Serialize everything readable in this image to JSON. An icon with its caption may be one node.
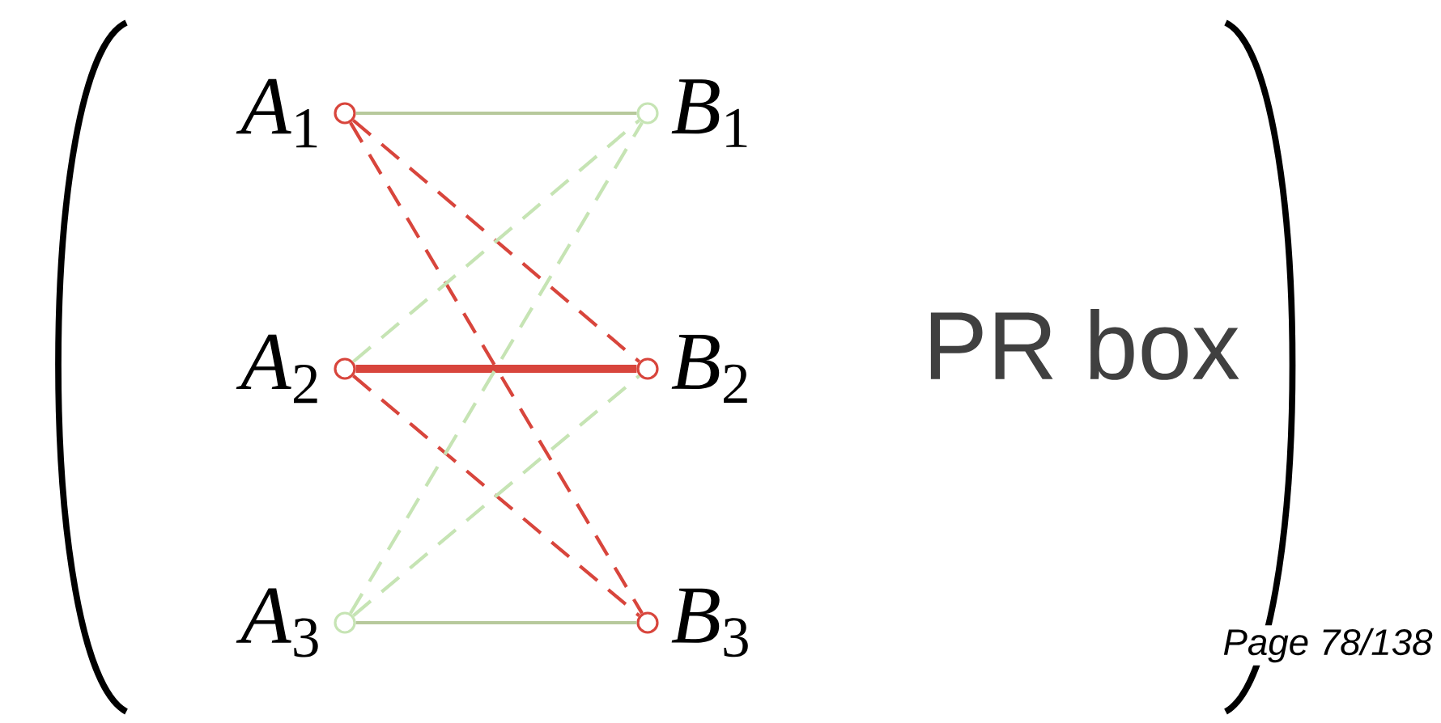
{
  "diagram": {
    "nodes": [
      {
        "text": [],
        "shape": "circle",
        "beside": [
          "*A*$_{1}$"
        ]
      },
      {
        "text": [],
        "shape": "circle",
        "beside": [
          "*B*$_{1}$"
        ]
      },
      {
        "text": [],
        "shape": "circle",
        "beside": [
          "*A*$_{2}$"
        ]
      },
      {
        "text": [],
        "shape": "circle",
        "beside": [
          "*B*$_{2}$"
        ]
      },
      {
        "text": [],
        "shape": "circle",
        "beside": [
          "*A*$_{3}$"
        ]
      },
      {
        "text": [],
        "shape": "circle",
        "beside": [
          "*B*$_{3}$"
        ]
      }
    ],
    "edges": [
      {
        "from": 0,
        "to": 1,
        "arrow": "none",
        "color": "#b7c99c"
      },
      {
        "from": 0,
        "to": 3,
        "arrow": "none",
        "style": "dashed"
      },
      {
        "from": 0,
        "to": 5,
        "arrow": "none",
        "style": "dashed"
      },
      {
        "from": 2,
        "to": 1,
        "arrow": "none",
        "style": "dashed",
        "color": "#c6e4b4"
      },
      {
        "from": 2,
        "to": 3,
        "arrow": "none",
        "style": "thick"
      },
      {
        "from": 2,
        "to": 5,
        "arrow": "none",
        "style": "dashed"
      },
      {
        "from": 4,
        "to": 1,
        "arrow": "none",
        "style": "dashed",
        "color": "#c6e4b4"
      },
      {
        "from": 4,
        "to": 3,
        "arrow": "none",
        "style": "dashed",
        "color": "#c6e4b4"
      },
      {
        "from": 4,
        "to": 5,
        "arrow": "none",
        "color": "#b7c99c"
      }
    ],
    "labels": [
      "PR box",
      "Page 78/138"
    ]
  }
}
